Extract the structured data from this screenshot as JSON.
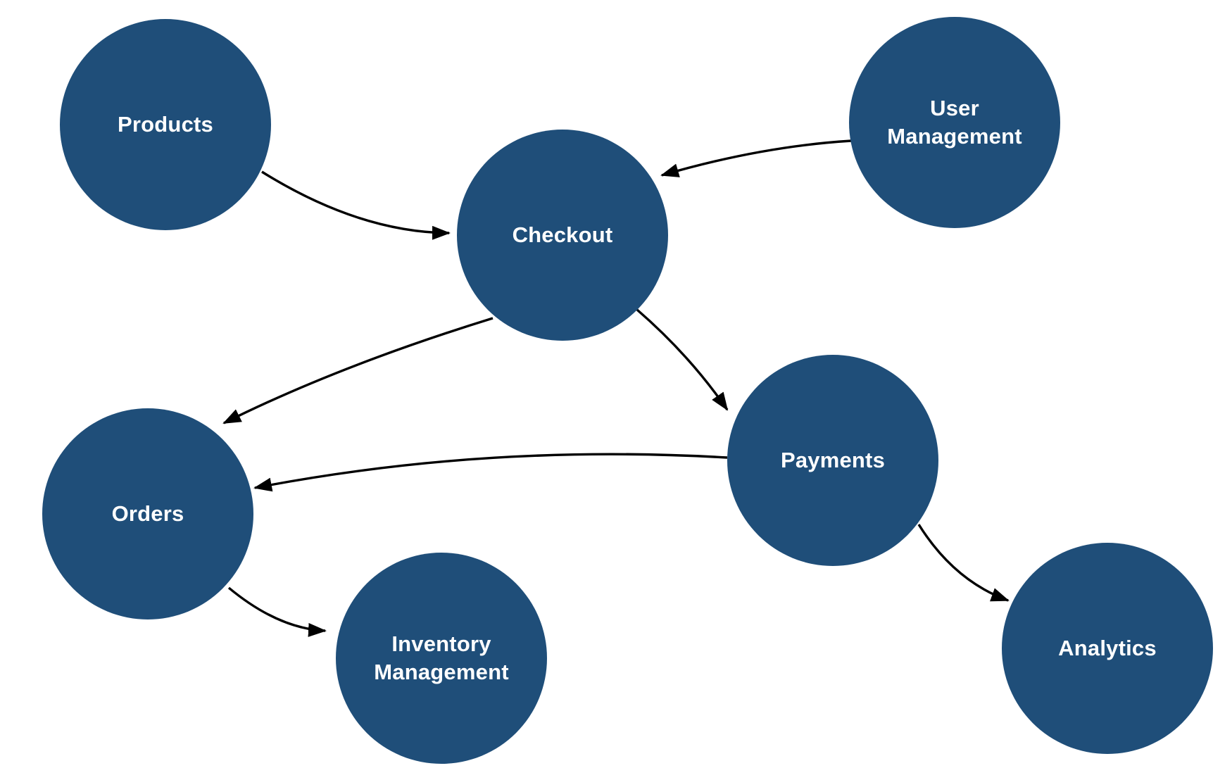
{
  "diagram": {
    "background": "#ffffff",
    "node_fill": "#1f4e79",
    "node_text_color": "#ffffff",
    "edge_color": "#000000",
    "nodes": [
      {
        "id": "products",
        "label": "Products"
      },
      {
        "id": "user-management",
        "label": "User Management"
      },
      {
        "id": "checkout",
        "label": "Checkout"
      },
      {
        "id": "orders",
        "label": "Orders"
      },
      {
        "id": "payments",
        "label": "Payments"
      },
      {
        "id": "inventory-management",
        "label": "Inventory Management"
      },
      {
        "id": "analytics",
        "label": "Analytics"
      }
    ],
    "edges": [
      {
        "from": "Products",
        "to": "Checkout"
      },
      {
        "from": "User Management",
        "to": "Checkout"
      },
      {
        "from": "Checkout",
        "to": "Orders"
      },
      {
        "from": "Checkout",
        "to": "Payments"
      },
      {
        "from": "Payments",
        "to": "Orders"
      },
      {
        "from": "Orders",
        "to": "Inventory Management"
      },
      {
        "from": "Payments",
        "to": "Analytics"
      }
    ]
  }
}
